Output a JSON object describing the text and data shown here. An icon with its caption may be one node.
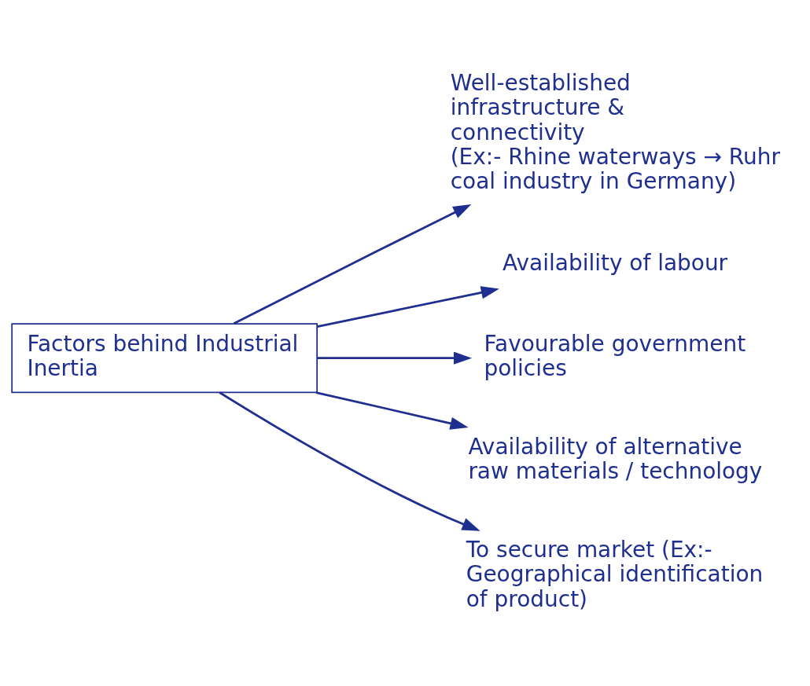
{
  "diagram": {
    "nodes": [
      {
        "text": [
          "Factors behind Industrial Inertia"
        ]
      },
      {
        "text": [
          "Well-established infrastructure & connectivity",
          "(Ex:- Rhine waterways → Ruhr coal industry in Germany)"
        ]
      },
      {
        "text": [
          "Availability of labour"
        ]
      },
      {
        "text": [
          "Favourable government policies"
        ]
      },
      {
        "text": [
          "Availability of alternative raw materials / technology"
        ]
      },
      {
        "text": [
          "To secure market (Ex:- Geographical identification of product)"
        ]
      }
    ],
    "edges": [
      {
        "from": 0,
        "to": 1,
        "arrow": "to"
      },
      {
        "from": 0,
        "to": 2,
        "arrow": "to"
      },
      {
        "from": 0,
        "to": 3,
        "arrow": "to"
      },
      {
        "from": 0,
        "to": 4,
        "arrow": "to"
      },
      {
        "from": 0,
        "to": 5,
        "arrow": "to"
      }
    ]
  }
}
